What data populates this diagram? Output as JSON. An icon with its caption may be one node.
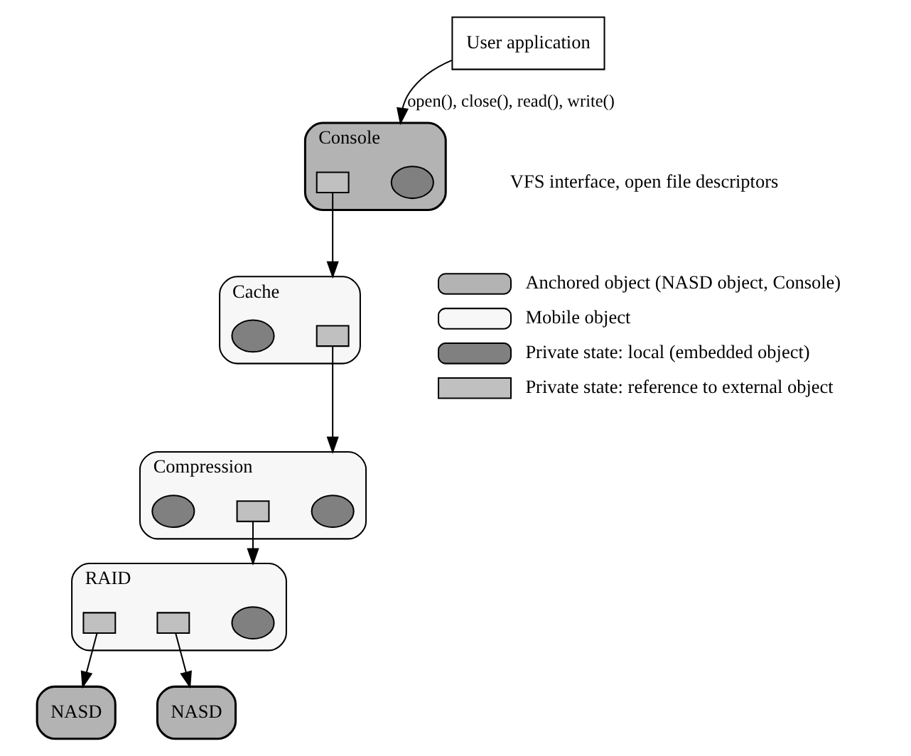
{
  "diagram": {
    "nodes": [
      {
        "text": [
          "User application"
        ]
      },
      {
        "text": [
          "Console"
        ]
      },
      {
        "text": [],
        "shape": "circle",
        "in": 1
      },
      {
        "text": [],
        "shape": "box",
        "in": 1
      },
      {
        "text": [
          "Cache"
        ]
      },
      {
        "text": [],
        "shape": "box",
        "in": 4
      },
      {
        "text": [],
        "shape": "circle",
        "in": 4
      },
      {
        "text": [
          "Compression"
        ]
      },
      {
        "text": [],
        "shape": "circle",
        "in": 7
      },
      {
        "text": [],
        "shape": "box",
        "in": 7
      },
      {
        "text": [],
        "shape": "circle",
        "in": 7
      },
      {
        "text": [
          "RAID"
        ]
      },
      {
        "text": [],
        "shape": "circle",
        "in": 11
      },
      {
        "text": [],
        "shape": "box",
        "in": 11
      },
      {
        "text": [],
        "shape": "box",
        "in": 11
      },
      {
        "text": [
          "NASD"
        ]
      },
      {
        "text": [
          "NASD"
        ]
      }
    ],
    "edges": [
      {
        "from": 0,
        "to": 1,
        "arrow": "to",
        "label": "open(), close(), read(), write()"
      },
      {
        "from": 3,
        "to": 4,
        "arrow": "to"
      },
      {
        "from": 5,
        "to": 7,
        "arrow": "to"
      },
      {
        "from": 9,
        "to": 11,
        "arrow": "to"
      },
      {
        "from": 13,
        "to": 15,
        "arrow": "to"
      },
      {
        "from": 14,
        "to": 16,
        "arrow": "to"
      }
    ],
    "labels": [
      "VFS interface, open file descriptors"
    ],
    "legend": [
      {
        "text": "Anchored object (NASD object, Console)"
      },
      {
        "text": "Mobile object"
      },
      {
        "text": "Private state: local (embedded object)"
      },
      {
        "text": "Private state: reference to external object"
      }
    ]
  }
}
